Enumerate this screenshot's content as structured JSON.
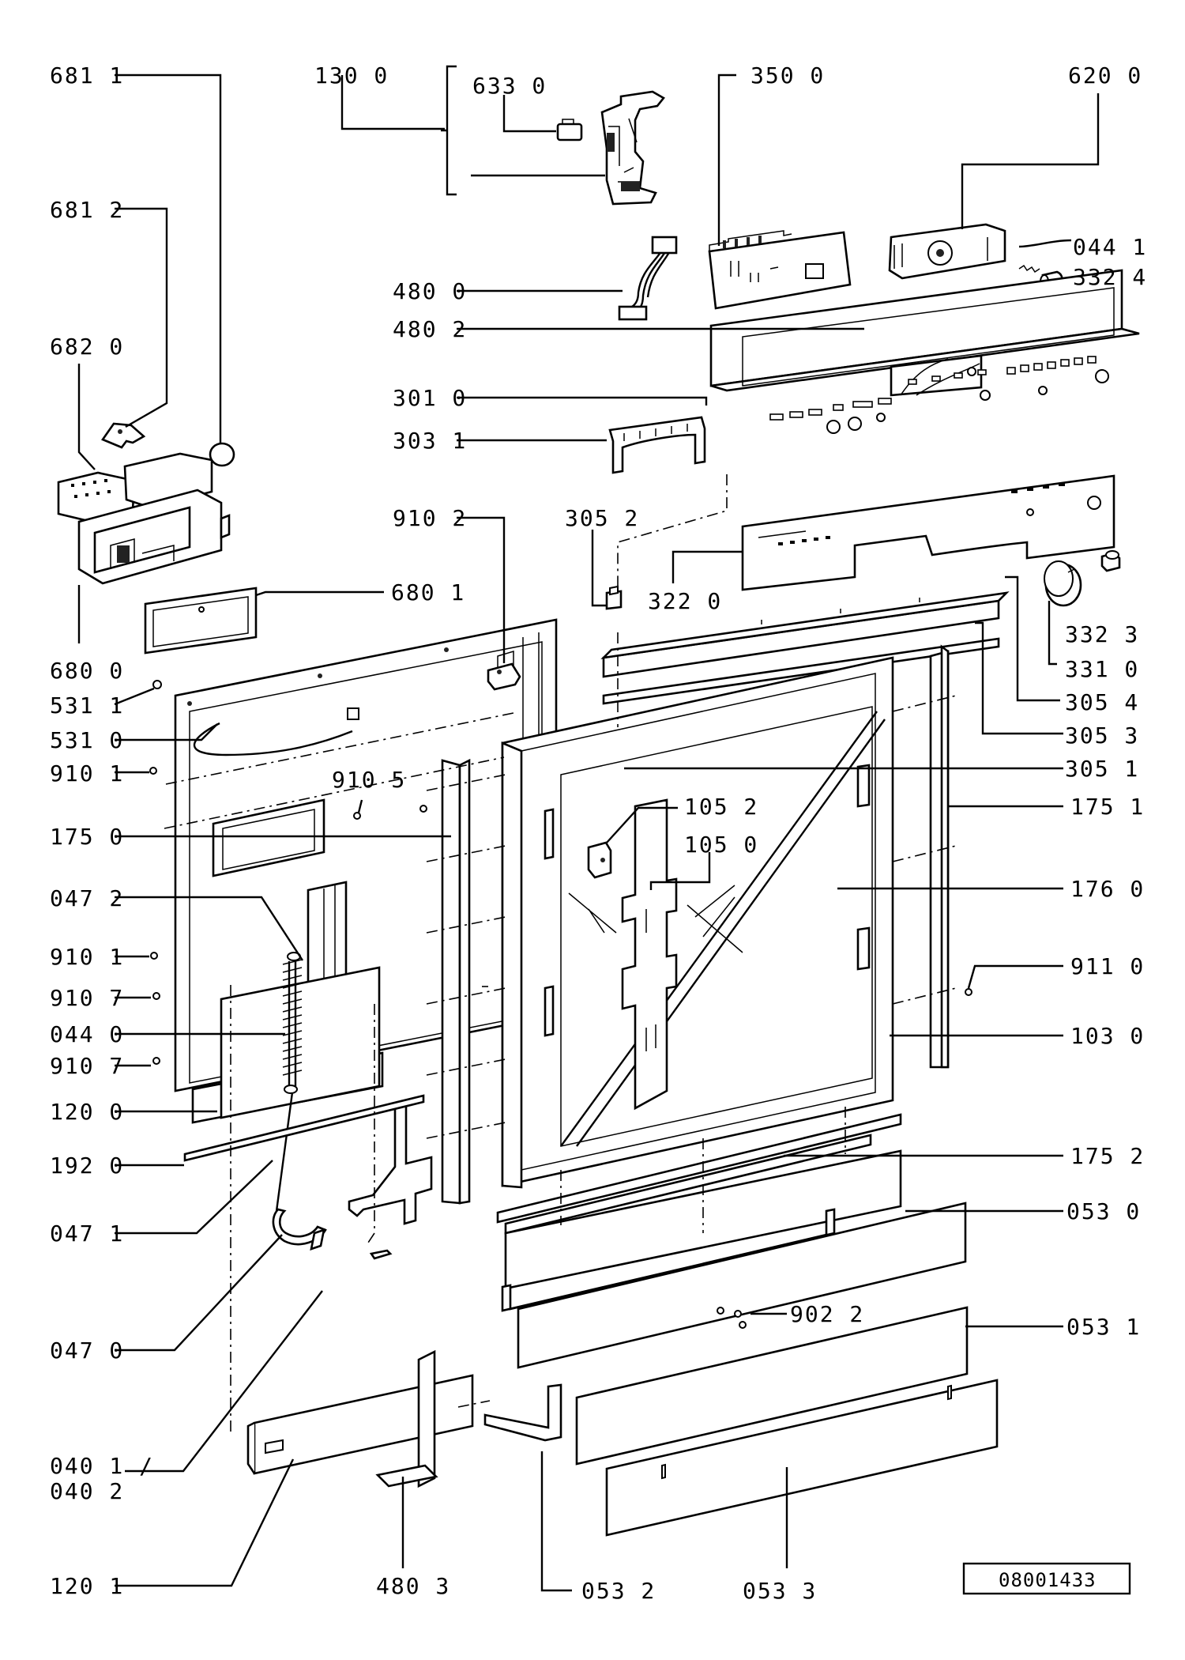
{
  "labels": {
    "l681_1": "681 1",
    "l130_0": "130 0",
    "l633_0": "633 0",
    "l350_0": "350 0",
    "l620_0": "620 0",
    "l681_2": "681 2",
    "l044_1": "044 1",
    "l332_4": "332 4",
    "l480_0": "480 0",
    "l682_0": "682 0",
    "l480_2": "480 2",
    "l301_0": "301 0",
    "l303_1": "303 1",
    "l910_2": "910 2",
    "l305_2": "305 2",
    "l680_1": "680 1",
    "l322_0": "322 0",
    "l332_3": "332 3",
    "l680_0": "680 0",
    "l331_0": "331 0",
    "l531_1": "531 1",
    "l305_4": "305 4",
    "l531_0": "531 0",
    "l305_3": "305 3",
    "l910_1a": "910 1",
    "l910_5": "910 5",
    "l305_1": "305 1",
    "l105_2": "105 2",
    "l175_1": "175 1",
    "l175_0": "175 0",
    "l105_0": "105 0",
    "l047_2": "047 2",
    "l176_0": "176 0",
    "l910_1b": "910 1",
    "l911_0": "911 0",
    "l910_7a": "910 7",
    "l044_0": "044 0",
    "l103_0": "103 0",
    "l910_7b": "910 7",
    "l120_0": "120 0",
    "l175_2": "175 2",
    "l192_0": "192 0",
    "l047_1": "047 1",
    "l053_0": "053 0",
    "l902_2": "902 2",
    "l053_1": "053 1",
    "l047_0": "047 0",
    "l040_1": "040 1 /",
    "l040_2": "040 2",
    "l120_1": "120 1",
    "l480_3": "480 3",
    "l053_2": "053 2",
    "l053_3": "053 3",
    "drawing_number": "08001433"
  }
}
